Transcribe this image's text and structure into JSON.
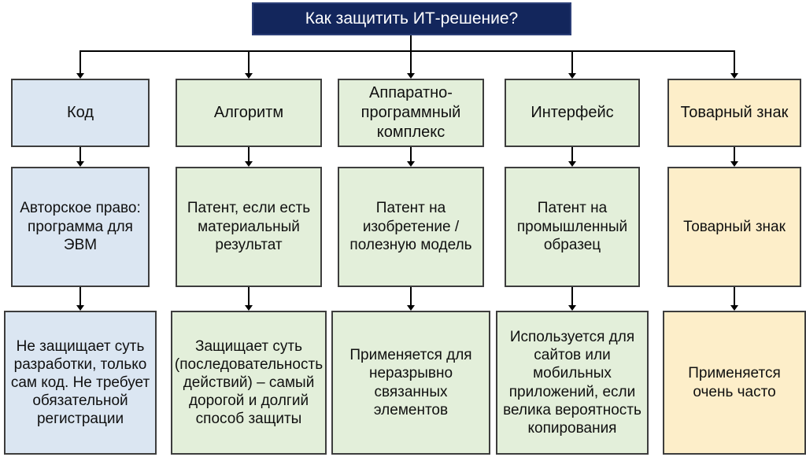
{
  "title": "Как защитить ИТ-решение?",
  "colors": {
    "title_bg": "#13265c",
    "title_border": "#2c3f77",
    "box_border": "#3d3d3d",
    "arrow": "#000000",
    "blue": "#dbe6f2",
    "green": "#e3efda",
    "yellow": "#fdeec9"
  },
  "columns": [
    {
      "name": "code",
      "color": "blue",
      "boxes": [
        "Код",
        "Авторское право: программа для ЭВМ",
        "Не защищает суть разработки, только сам код. Не требует обязательной регистрации"
      ]
    },
    {
      "name": "algorithm",
      "color": "green",
      "boxes": [
        "Алгоритм",
        "Патент, если есть материальный результат",
        "Защищает суть (последовательность действий) – самый дорогой и долгий способ защиты"
      ]
    },
    {
      "name": "hardware-software-complex",
      "color": "green",
      "boxes": [
        "Аппаратно-программный комплекс",
        "Патент на изобретение / полезную модель",
        "Применяется для неразрывно связанных элементов"
      ]
    },
    {
      "name": "interface",
      "color": "green",
      "boxes": [
        "Интерфейс",
        "Патент на промышленный образец",
        "Используется для сайтов или мобильных приложений, если велика вероятность копирования"
      ]
    },
    {
      "name": "trademark",
      "color": "yellow",
      "boxes": [
        "Товарный знак",
        "Товарный знак",
        "Применяется очень часто"
      ]
    }
  ]
}
